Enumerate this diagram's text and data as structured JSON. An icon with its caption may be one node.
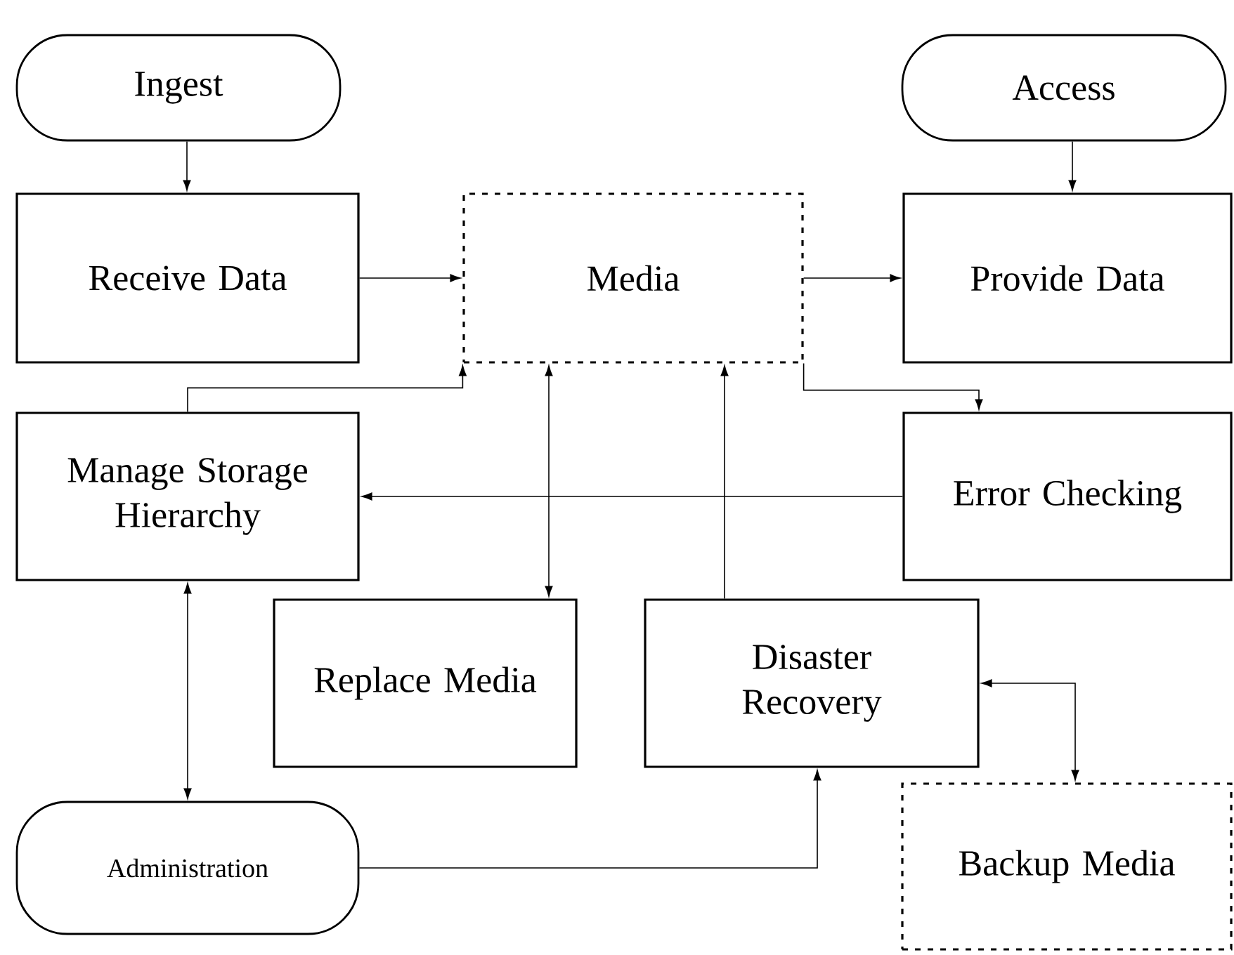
{
  "diagram": {
    "nodes": [
      {
        "text": [
          "Ingest"
        ]
      },
      {
        "text": [
          "Access"
        ]
      },
      {
        "text": [
          "Receive Data"
        ]
      },
      {
        "text": [
          "Media"
        ]
      },
      {
        "text": [
          "Provide Data"
        ]
      },
      {
        "text": [
          "Manage Storage Hierarchy"
        ]
      },
      {
        "text": [
          "Error Checking"
        ]
      },
      {
        "text": [
          "Replace Media"
        ]
      },
      {
        "text": [
          "Disaster Recovery"
        ]
      },
      {
        "text": [
          "Administration"
        ]
      },
      {
        "text": [
          "Backup Media"
        ]
      }
    ],
    "edges": [
      {
        "from": 0,
        "to": 2,
        "arrow": "to"
      },
      {
        "from": 1,
        "to": 4,
        "arrow": "to"
      },
      {
        "from": 2,
        "to": 3,
        "arrow": "to"
      },
      {
        "from": 3,
        "to": 4,
        "arrow": "to"
      },
      {
        "from": 5,
        "to": 3,
        "arrow": "to"
      },
      {
        "from": 3,
        "to": 6,
        "arrow": "to"
      },
      {
        "from": 6,
        "to": 5,
        "arrow": "to"
      },
      {
        "from": 3,
        "to": 7,
        "arrow": "both"
      },
      {
        "from": 8,
        "to": 3,
        "arrow": "to"
      },
      {
        "from": 5,
        "to": 9,
        "arrow": "both"
      },
      {
        "from": 9,
        "to": 8,
        "arrow": "to"
      },
      {
        "from": 8,
        "to": 10,
        "arrow": "both"
      }
    ]
  }
}
